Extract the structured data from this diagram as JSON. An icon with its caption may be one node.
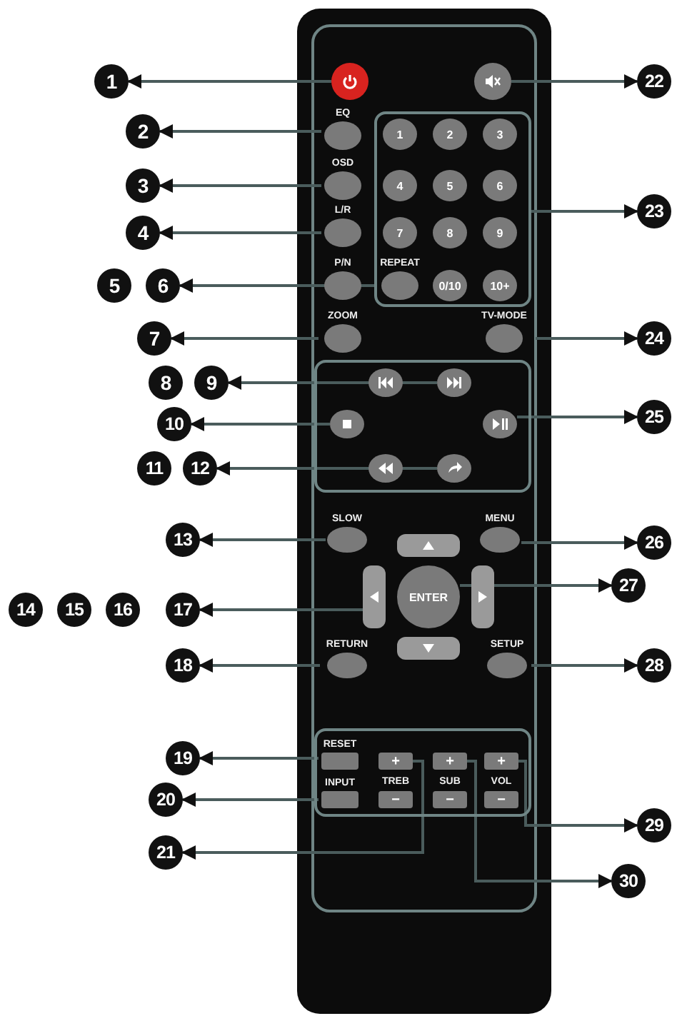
{
  "diagram": {
    "nodes": [
      {
        "text": [
          "1"
        ]
      },
      {
        "text": [
          "2"
        ]
      },
      {
        "text": [
          "3"
        ]
      },
      {
        "text": [
          "4"
        ]
      },
      {
        "text": [
          "5"
        ]
      },
      {
        "text": [
          "6"
        ]
      },
      {
        "text": [
          "7"
        ]
      },
      {
        "text": [
          "8"
        ]
      },
      {
        "text": [
          "9"
        ]
      },
      {
        "text": [
          "10"
        ]
      },
      {
        "text": [
          "11"
        ]
      },
      {
        "text": [
          "12"
        ]
      },
      {
        "text": [
          "13"
        ]
      },
      {
        "text": [
          "14"
        ]
      },
      {
        "text": [
          "15"
        ]
      },
      {
        "text": [
          "16"
        ]
      },
      {
        "text": [
          "17"
        ]
      },
      {
        "text": [
          "18"
        ]
      },
      {
        "text": [
          "19"
        ]
      },
      {
        "text": [
          "20"
        ]
      },
      {
        "text": [
          "21"
        ]
      },
      {
        "text": [
          "22"
        ]
      },
      {
        "text": [
          "23"
        ]
      },
      {
        "text": [
          "24"
        ]
      },
      {
        "text": [
          "25"
        ]
      },
      {
        "text": [
          "26"
        ]
      },
      {
        "text": [
          "27"
        ]
      },
      {
        "text": [
          "28"
        ]
      },
      {
        "text": [
          "29"
        ]
      },
      {
        "text": [
          "30"
        ]
      },
      {
        "text": [],
        "shape": "circle"
      },
      {
        "text": [],
        "shape": "circle"
      },
      {
        "text": [
          "EQ"
        ]
      },
      {
        "text": [],
        "shape": "box"
      },
      {
        "text": [
          "1"
        ],
        "in": 33
      },
      {
        "text": [
          "2"
        ],
        "in": 33
      },
      {
        "text": [
          "3"
        ],
        "in": 33
      },
      {
        "text": [
          "4"
        ],
        "in": 33
      },
      {
        "text": [
          "5"
        ],
        "in": 33
      },
      {
        "text": [
          "6"
        ],
        "in": 33
      },
      {
        "text": [
          "7"
        ],
        "in": 33
      },
      {
        "text": [
          "8"
        ],
        "in": 33
      },
      {
        "text": [
          "9"
        ],
        "in": 33
      },
      {
        "text": [
          "OSD"
        ]
      },
      {
        "text": [
          "L/R"
        ]
      },
      {
        "text": [
          "P/N"
        ]
      },
      {
        "text": [
          "REPEAT"
        ],
        "in": 33
      },
      {
        "text": [
          "0/10"
        ],
        "in": 33
      },
      {
        "text": [
          "10+"
        ],
        "in": 33
      },
      {
        "text": [
          "ZOOM"
        ]
      },
      {
        "text": [
          "TV-MODE"
        ]
      },
      {
        "text": [],
        "shape": "box"
      },
      {
        "text": [],
        "shape": "circle",
        "in": 51
      },
      {
        "text": [],
        "shape": "circle",
        "in": 51
      },
      {
        "text": [],
        "shape": "circle",
        "in": 51
      },
      {
        "text": [],
        "shape": "circle",
        "in": 51
      },
      {
        "text": [],
        "shape": "circle",
        "in": 51
      },
      {
        "text": [],
        "shape": "circle",
        "in": 51
      },
      {
        "text": [
          "SLOW"
        ]
      },
      {
        "text": [
          "MENU"
        ]
      },
      {
        "text": [],
        "shape": "box"
      },
      {
        "text": [],
        "shape": "box"
      },
      {
        "text": [
          "ENTER"
        ]
      },
      {
        "text": [],
        "shape": "box"
      },
      {
        "text": [],
        "shape": "box"
      },
      {
        "text": [
          "RETURN"
        ]
      },
      {
        "text": [
          "SETUP"
        ]
      },
      {
        "text": [],
        "shape": "box"
      },
      {
        "text": [
          "RESET"
        ],
        "in": 67
      },
      {
        "text": [
          "+"
        ],
        "in": 67
      },
      {
        "text": [
          "+"
        ],
        "in": 67
      },
      {
        "text": [
          "+"
        ],
        "in": 67
      },
      {
        "text": [
          "INPUT"
        ],
        "in": 67
      },
      {
        "text": [
          "−"
        ],
        "in": 67
      },
      {
        "text": [
          "−"
        ],
        "in": 67
      },
      {
        "text": [
          "−"
        ],
        "in": 67
      }
    ],
    "edges": [
      {
        "from": 30,
        "to": 0,
        "arrow": "to"
      },
      {
        "from": 32,
        "to": 1,
        "arrow": "to"
      },
      {
        "from": 43,
        "to": 2,
        "arrow": "to"
      },
      {
        "from": 44,
        "to": 3,
        "arrow": "to"
      },
      {
        "from": 46,
        "to": 5,
        "arrow": "to"
      },
      {
        "from": 49,
        "to": 6,
        "arrow": "to"
      },
      {
        "from": 53,
        "to": 8,
        "arrow": "to"
      },
      {
        "from": 54,
        "to": 9,
        "arrow": "to"
      },
      {
        "from": 57,
        "to": 11,
        "arrow": "to"
      },
      {
        "from": 58,
        "to": 12,
        "arrow": "to"
      },
      {
        "from": 61,
        "to": 16,
        "arrow": "to"
      },
      {
        "from": 65,
        "to": 17,
        "arrow": "to"
      },
      {
        "from": 68,
        "to": 18,
        "arrow": "to"
      },
      {
        "from": 72,
        "to": 19,
        "arrow": "to"
      },
      {
        "from": 69,
        "to": 20,
        "arrow": "to"
      },
      {
        "from": 31,
        "to": 21,
        "arrow": "to"
      },
      {
        "from": 33,
        "to": 22,
        "arrow": "to"
      },
      {
        "from": 50,
        "to": 23,
        "arrow": "to"
      },
      {
        "from": 55,
        "to": 24,
        "arrow": "to"
      },
      {
        "from": 59,
        "to": 25,
        "arrow": "to"
      },
      {
        "from": 62,
        "to": 26,
        "arrow": "to"
      },
      {
        "from": 66,
        "to": 27,
        "arrow": "to"
      },
      {
        "from": 71,
        "to": 28,
        "arrow": "to"
      },
      {
        "from": 70,
        "to": 29,
        "arrow": "to"
      }
    ],
    "labels": [
      "TREB",
      "SUB",
      "VOL"
    ]
  }
}
